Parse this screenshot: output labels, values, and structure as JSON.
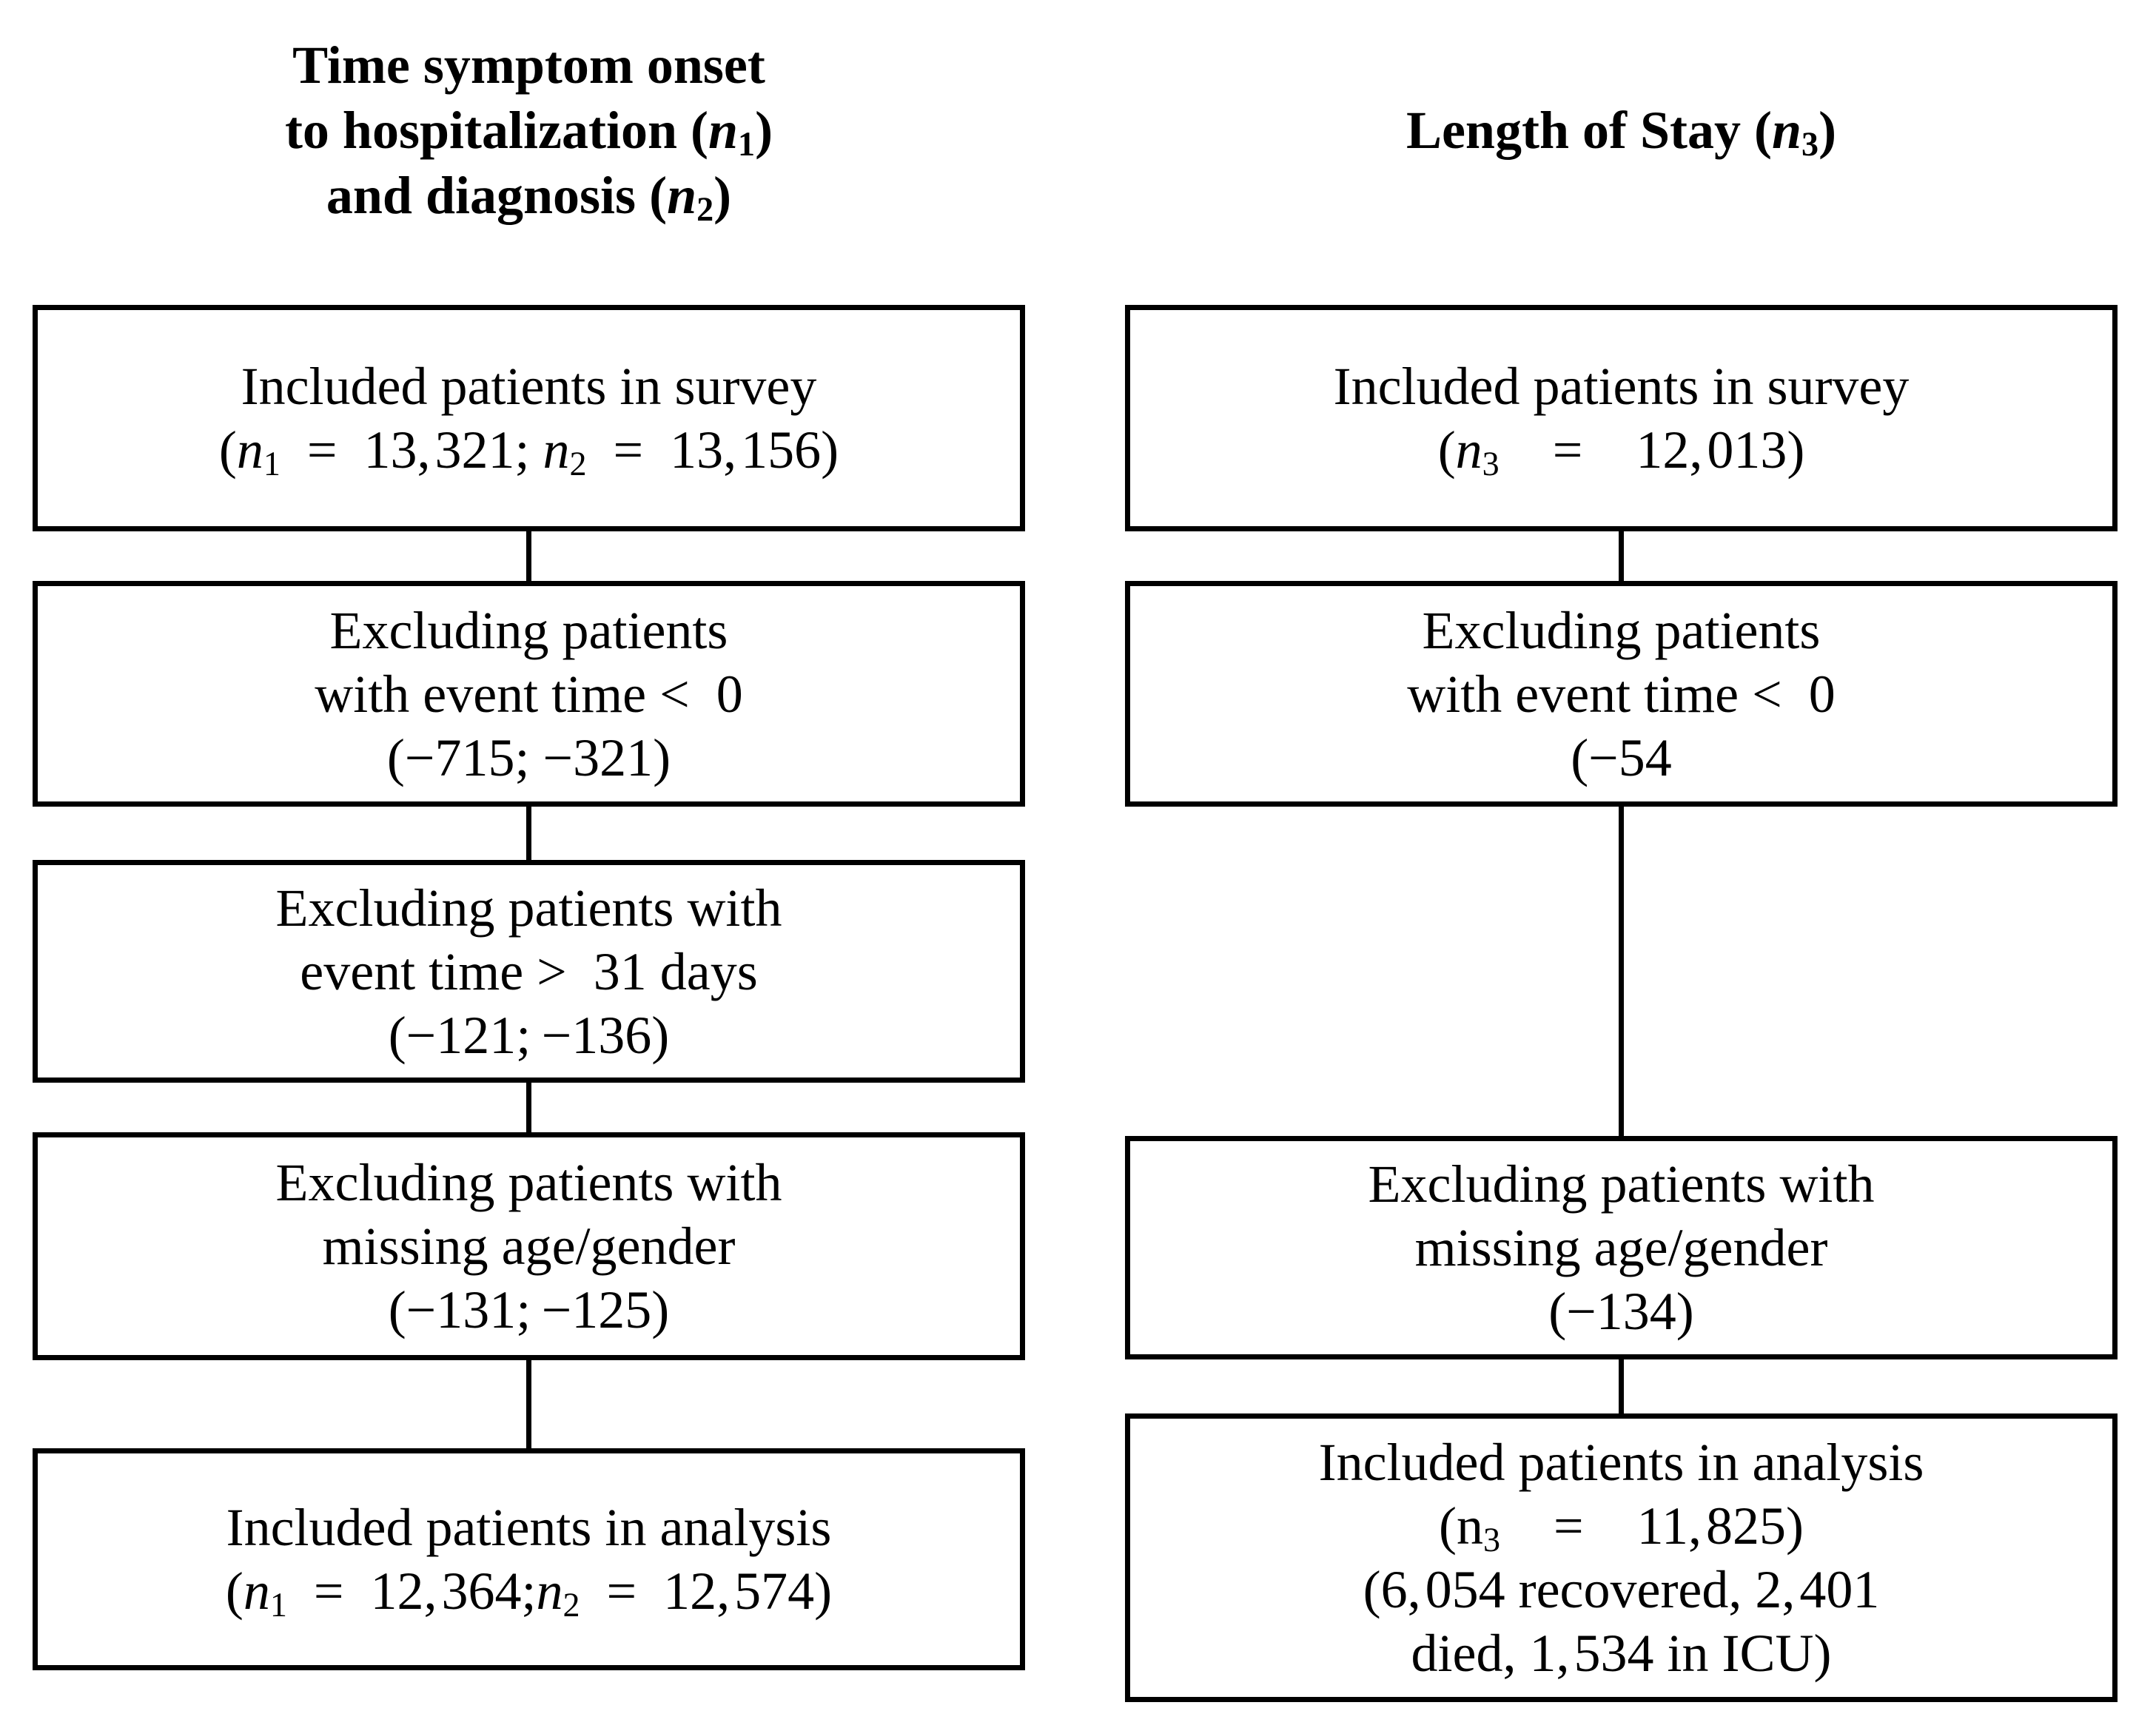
{
  "colors": {
    "fg": "#000000",
    "bg": "#ffffff"
  },
  "diagram": {
    "columns": [
      {
        "id": "time-symptom-onset",
        "title_lines": [
          "Time symptom onset",
          "to hospitalization (*n*~1~)",
          "and diagnosis (*n*~2~)"
        ],
        "boxes": [
          {
            "id": "included-survey",
            "lines": [
              "Included patients in survey",
              "(*n*~1~ = 13, 321; *n*~2~ = 13, 156)"
            ]
          },
          {
            "id": "exclude-negative-event-time",
            "lines": [
              "Excluding patients",
              "with event time <  0",
              "(−715; −321)"
            ]
          },
          {
            "id": "exclude-over-31-days",
            "lines": [
              "Excluding patients with",
              "event time >  31 days",
              "(−121; −136)"
            ]
          },
          {
            "id": "exclude-missing-age-gender",
            "lines": [
              "Excluding patients with",
              "missing age/gender",
              "(−131; −125)"
            ]
          },
          {
            "id": "included-analysis",
            "lines": [
              "Included patients in analysis",
              "(*n*~1~ = 12, 364;*n*~2~ = 12, 574)"
            ]
          }
        ]
      },
      {
        "id": "length-of-stay",
        "title_lines": [
          "Length of Stay (*n*~3~)"
        ],
        "boxes": [
          {
            "id": "included-survey",
            "lines": [
              "Included patients in survey",
              "(*n*~3~ = 12, 013)"
            ]
          },
          {
            "id": "exclude-negative-event-time",
            "lines": [
              "Excluding patients",
              "with event time <  0",
              "(−54"
            ]
          },
          {
            "id": "exclude-missing-age-gender",
            "lines": [
              "Excluding patients with",
              "missing age/gender",
              "(−134)"
            ]
          },
          {
            "id": "included-analysis",
            "lines": [
              "Included patients in analysis",
              "(n~3~ = 11, 825)",
              "(6, 054 recovered, 2, 401",
              "died, 1, 534 in ICU)"
            ]
          }
        ]
      }
    ]
  }
}
